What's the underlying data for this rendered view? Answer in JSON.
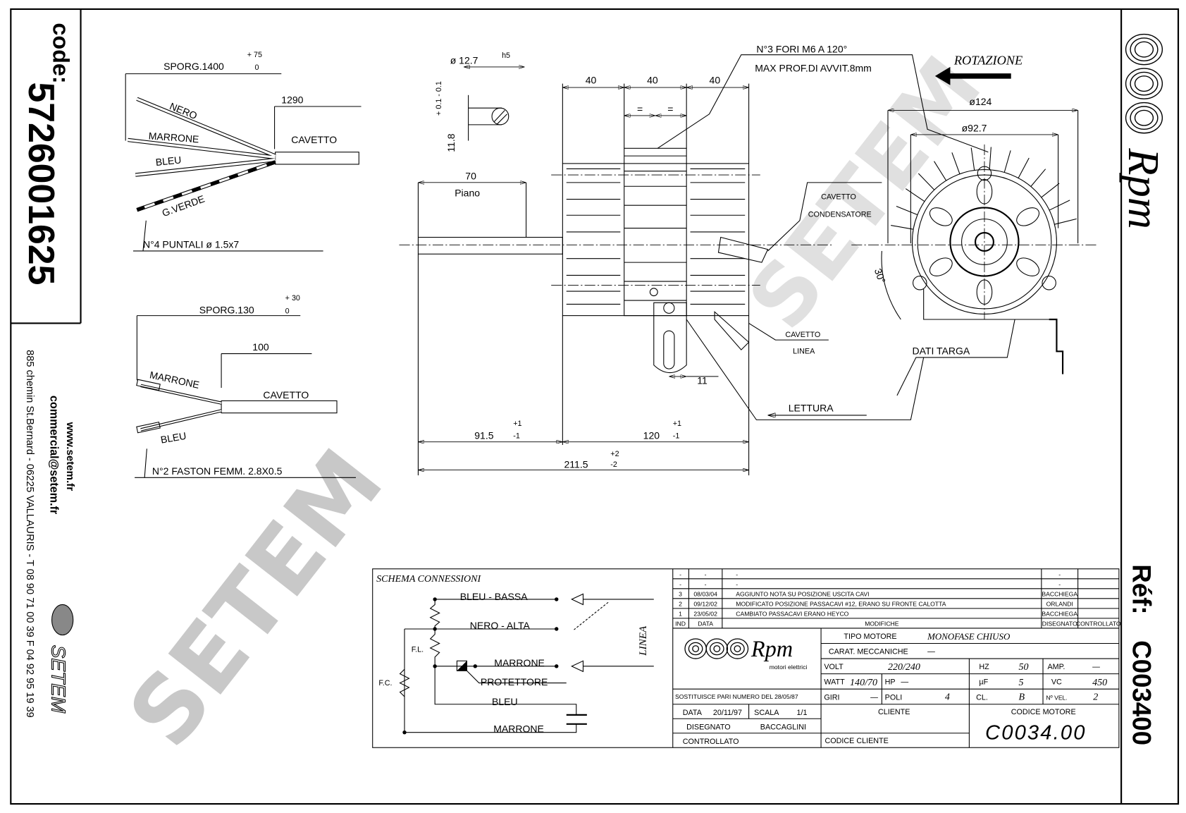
{
  "sidebar": {
    "code_label": "code:",
    "code_value": "5726001625",
    "website": "www.setem.fr",
    "email": "commercial@setem.fr",
    "address": "885 chemin St.Bernard  -  06225 VALLAURIS  -  T 08 90 71 00 39   F 04 92 95 19 39",
    "company_logo": "SETEM"
  },
  "right_strip": {
    "brand_logo": "Rpm",
    "ref_label": "Réf:",
    "ref_value": "C003400"
  },
  "watermark": "SETEM",
  "cables_4": {
    "sporg": "SPORG.1400",
    "tol_plus": "+ 75",
    "tol_minus": "0",
    "length": "1290",
    "cable": "CAVETTO",
    "wires": [
      "NERO",
      "MARRONE",
      "BLEU",
      "G.VERDE"
    ],
    "terminals": "N°4 PUNTALI  ø 1.5x7"
  },
  "cables_2": {
    "sporg": "SPORG.130",
    "tol_plus": "+ 30",
    "tol_minus": "0",
    "length": "100",
    "cable": "CAVETTO",
    "wires": [
      "MARRONE",
      "BLEU"
    ],
    "terminals": "N°2 FASTON FEMM. 2.8X0.5"
  },
  "side_view": {
    "shaft_dia": "ø 12.7",
    "shaft_tol": "h5",
    "flat": "11.8",
    "flat_tol": "+ 0.1  - 0.1",
    "seg1": "40",
    "seg2": "40",
    "seg3": "40",
    "eq": "=",
    "piano_len": "70",
    "piano": "Piano",
    "holes_note_1": "N°3 FORI M6 A 120°",
    "holes_note_2": "MAX PROF.DI AVVIT.8mm",
    "bracket": "11",
    "len_shaft": "91.5",
    "len_shaft_tol_p": "+1",
    "len_shaft_tol_m": "-1",
    "len_body": "120",
    "len_body_tol_p": "+1",
    "len_body_tol_m": "-1",
    "len_total": "211.5",
    "len_total_tol_p": "+2",
    "len_total_tol_m": "-2",
    "cavetto_cond_1": "CAVETTO",
    "cavetto_cond_2": "CONDENSATORE",
    "cavetto_linea_1": "CAVETTO",
    "cavetto_linea_2": "LINEA",
    "lettura": "LETTURA"
  },
  "front_view": {
    "rotation": "ROTAZIONE",
    "dia_outer": "ø124",
    "dia_inner": "ø92.7",
    "angle": "30°",
    "dati_targa": "DATI TARGA"
  },
  "schema": {
    "title": "SCHEMA CONNESSIONI",
    "bleu_bassa": "BLEU - BASSA",
    "nero_alta": "NERO - ALTA",
    "fl": "F.L.",
    "fc": "F.C.",
    "marrone": "MARRONE",
    "protettore": "PROTETTORE",
    "bleu": "BLEU",
    "marrone2": "MARRONE",
    "linea": "LINEA"
  },
  "revisions": {
    "rows": [
      {
        "ind": "-",
        "data": "-",
        "mod": "-",
        "dis": "-",
        "ctrl": ""
      },
      {
        "ind": "-",
        "data": "-",
        "mod": "-",
        "dis": "-",
        "ctrl": ""
      },
      {
        "ind": "3",
        "data": "08/03/04",
        "mod": "AGGIUNTO NOTA SU POSIZIONE USCITA CAVI",
        "dis": "BACCHIEGA",
        "ctrl": ""
      },
      {
        "ind": "2",
        "data": "09/12/02",
        "mod": "MODIFICATO POSIZIONE PASSACAVI #12, ERANO SU FRONTE CALOTTA",
        "dis": "ORLANDI",
        "ctrl": ""
      },
      {
        "ind": "1",
        "data": "23/05/02",
        "mod": "CAMBIATO PASSACAVI ERANO HEYCO",
        "dis": "BACCHIEGA",
        "ctrl": ""
      }
    ],
    "header": {
      "ind": "IND",
      "data": "DATA",
      "mod": "MODIFICHE",
      "dis": "DISEGNATO",
      "ctrl": "CONTROLLATO"
    }
  },
  "title_block": {
    "logo": "Rpm",
    "logo_sub": "motori elettrici",
    "tipo_label": "TIPO MOTORE",
    "tipo_value": "MONOFASE CHIUSO",
    "carat_label": "CARAT. MECCANICHE",
    "carat_value": "—",
    "volt_label": "VOLT",
    "volt_value": "220/240",
    "hz_label": "HZ",
    "hz_value": "50",
    "amp_label": "AMP.",
    "amp_value": "—",
    "watt_label": "WATT",
    "watt_value": "140/70",
    "hp_label": "HP",
    "hp_value": "—",
    "uf_label": "µF",
    "uf_value": "5",
    "vc_label": "VC",
    "vc_value": "450",
    "giri_label": "GIRI",
    "giri_value": "—",
    "poli_label": "POLI",
    "poli_value": "4",
    "cl_label": "CL.",
    "cl_value": "B",
    "nvel_label": "Nº VEL.",
    "nvel_value": "2",
    "sostituisce": "SOSTITUISCE PARI NUMERO DEL 28/05/87",
    "data_label": "DATA",
    "data_value": "20/11/97",
    "scala_label": "SCALA",
    "scala_value": "1/1",
    "disegnato_label": "DISEGNATO",
    "disegnato_value": "BACCAGLINI",
    "controllato_label": "CONTROLLATO",
    "cliente_label": "CLIENTE",
    "codice_cliente_label": "CODICE CLIENTE",
    "codice_motore_label": "CODICE MOTORE",
    "codice_motore_value": "C0034.00"
  }
}
